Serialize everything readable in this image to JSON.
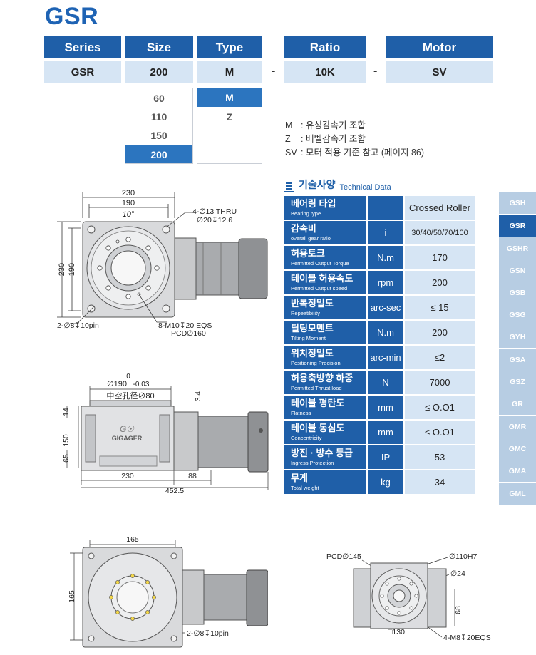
{
  "title": "GSR",
  "model_code": {
    "headers": [
      "Series",
      "Size",
      "Type",
      "Ratio",
      "Motor"
    ],
    "values": [
      "GSR",
      "200",
      "M",
      "10K",
      "SV"
    ],
    "separator": "-"
  },
  "size_options": [
    "60",
    "110",
    "150",
    "200"
  ],
  "size_selected": "200",
  "type_options": [
    "M",
    "Z"
  ],
  "type_selected": "M",
  "notes": [
    {
      "key": "M",
      "text": ": 유성감속기 조합"
    },
    {
      "key": "Z",
      "text": ": 베벨감속기 조합"
    },
    {
      "key": "SV",
      "text": ": 모터 적용 기준 참고 (페이지 86)"
    }
  ],
  "tech_data": {
    "title_ko": "기술사양",
    "title_en": "Technical Data",
    "rows": [
      {
        "ko": "베어링 타입",
        "en": "Bearing type",
        "unit": "",
        "value": "Crossed Roller"
      },
      {
        "ko": "감속비",
        "en": "overall gear ratio",
        "unit": "i",
        "value": "30/40/50/70/100"
      },
      {
        "ko": "허용토크",
        "en": "Permitted Output Torque",
        "unit": "N.m",
        "value": "170"
      },
      {
        "ko": "테이블 허용속도",
        "en": "Permitted Output speed",
        "unit": "rpm",
        "value": "200"
      },
      {
        "ko": "반복정밀도",
        "en": "Repeatibility",
        "unit": "arc-sec",
        "value": "≤ 15"
      },
      {
        "ko": "틸팅모멘트",
        "en": "Tilting Moment",
        "unit": "N.m",
        "value": "200"
      },
      {
        "ko": "위치정밀도",
        "en": "Positioning Precision",
        "unit": "arc-min",
        "value": "≤2"
      },
      {
        "ko": "허용축방향 하중",
        "en": "Permitted Thrust load",
        "unit": "N",
        "value": "7000"
      },
      {
        "ko": "테이블 평탄도",
        "en": "Flatness",
        "unit": "mm",
        "value": "≤ O.O1"
      },
      {
        "ko": "테이블 동심도",
        "en": "Concentricity",
        "unit": "mm",
        "value": "≤ O.O1"
      },
      {
        "ko": "방진 · 방수 등급",
        "en": "Ingress Protection",
        "unit": "IP",
        "value": "53"
      },
      {
        "ko": "무게",
        "en": "Total weight",
        "unit": "kg",
        "value": "34"
      }
    ]
  },
  "side_nav": {
    "items": [
      "GSH",
      "GSR",
      "GSHR",
      "GSN",
      "GSB",
      "GSG",
      "GYH",
      "GSA",
      "GSZ",
      "GR",
      "GMR",
      "GMC",
      "GMA",
      "GML"
    ],
    "active": "GSR"
  },
  "drawing_top": {
    "dim_width_outer": "230",
    "dim_width_inner": "190",
    "angle": "10°",
    "dim_height_outer": "230",
    "dim_height_inner": "190",
    "thru_hole": "4-∅13 THRU",
    "counterbore": "∅20↧12.6",
    "pin": "2-∅8↧10pin",
    "tap": "8-M10↧20 EQS",
    "pcd": "PCD∅160"
  },
  "drawing_side": {
    "dia_tol_top": "0",
    "dia": "∅190",
    "dia_tol_bottom": "-0.03",
    "hollow": "中空孔径∅80",
    "dim_34": "3.4",
    "dim_14": "14",
    "dim_150": "150",
    "dim_65": "65",
    "dim_230": "230",
    "dim_88": "88",
    "dim_4525": "452.5",
    "brand": "GIGAGER"
  },
  "drawing_bottom_left": {
    "dim_width": "165",
    "dim_height": "165",
    "pin": "2-∅8↧10pin"
  },
  "drawing_bottom_right": {
    "pcd": "PCD∅145",
    "dia_110": "∅110H7",
    "dia_24": "∅24",
    "dim_68": "68",
    "dim_130": "□130",
    "tap": "4-M8↧20EQS"
  }
}
